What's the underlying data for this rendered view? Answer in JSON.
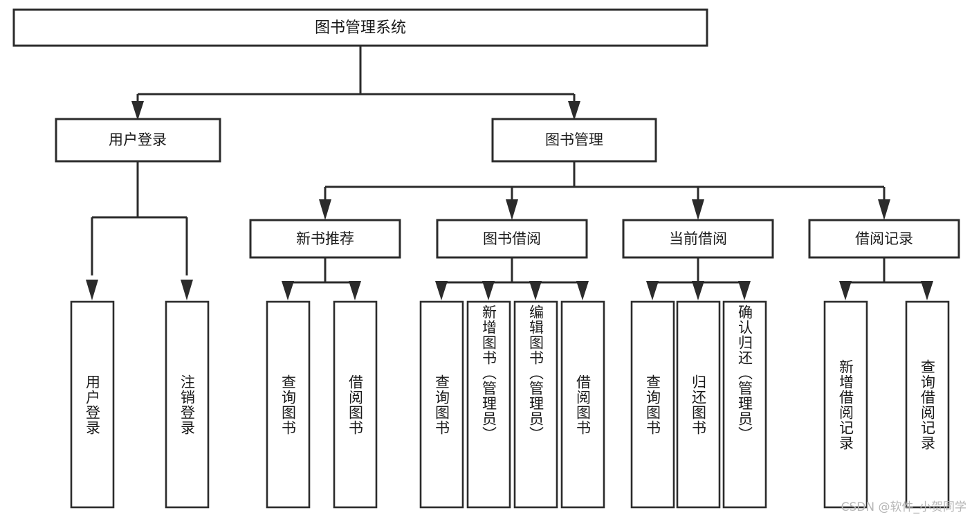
{
  "diagram": {
    "title_node": {
      "label": "图书管理系统"
    },
    "level2": [
      {
        "id": "user-login",
        "label": "用户登录"
      },
      {
        "id": "book-management",
        "label": "图书管理"
      }
    ],
    "level3": [
      {
        "id": "new-book-recommend",
        "label": "新书推荐"
      },
      {
        "id": "book-borrow",
        "label": "图书借阅"
      },
      {
        "id": "current-borrow",
        "label": "当前借阅"
      },
      {
        "id": "borrow-record",
        "label": "借阅记录"
      }
    ],
    "leaves": {
      "user_login": [
        {
          "id": "leaf-user-login",
          "label": "用户登录"
        },
        {
          "id": "leaf-logout",
          "label": "注销登录"
        }
      ],
      "new_book_recommend": [
        {
          "id": "leaf-query-books-1",
          "label": "查询图书"
        },
        {
          "id": "leaf-borrow-books-1",
          "label": "借阅图书"
        }
      ],
      "book_borrow": [
        {
          "id": "leaf-query-books-2",
          "label": "查询图书"
        },
        {
          "id": "leaf-add-book",
          "label": "新增图书（管理员）"
        },
        {
          "id": "leaf-edit-book",
          "label": "编辑图书（管理员）"
        },
        {
          "id": "leaf-borrow-books-2",
          "label": "借阅图书"
        }
      ],
      "current_borrow": [
        {
          "id": "leaf-query-books-3",
          "label": "查询图书"
        },
        {
          "id": "leaf-return-book",
          "label": "归还图书"
        },
        {
          "id": "leaf-confirm-return",
          "label": "确认归还（管理员）"
        }
      ],
      "borrow_record": [
        {
          "id": "leaf-add-record",
          "label": "新增借阅记录"
        },
        {
          "id": "leaf-query-record",
          "label": "查询借阅记录"
        }
      ]
    },
    "watermark": "CSDN @软件_小贺同学",
    "colors": {
      "box_stroke": "#2b2b2b",
      "box_fill": "#ffffff",
      "text": "#1a1a1a",
      "watermark": "#b6b6b6",
      "background": "#ffffff"
    }
  }
}
